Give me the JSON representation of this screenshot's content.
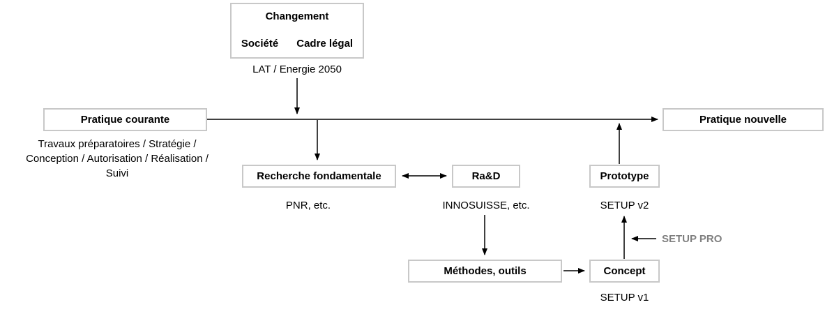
{
  "diagram": {
    "changement": {
      "title": "Changement",
      "item1": "Société",
      "item2": "Cadre légal",
      "caption": "LAT / Energie 2050"
    },
    "pratique_courante": {
      "label": "Pratique courante",
      "caption1": "Travaux préparatoires / Stratégie /",
      "caption2": "Conception / Autorisation / Réalisation /",
      "caption3": "Suivi"
    },
    "pratique_nouvelle": {
      "label": "Pratique nouvelle"
    },
    "recherche": {
      "label": "Recherche fondamentale",
      "caption": "PNR, etc."
    },
    "rad": {
      "label": "Ra&D",
      "caption": "INNOSUISSE, etc."
    },
    "methodes": {
      "label": "Méthodes, outils"
    },
    "concept": {
      "label": "Concept",
      "caption": "SETUP v1"
    },
    "prototype": {
      "label": "Prototype",
      "caption": "SETUP v2"
    },
    "setup_pro": {
      "label": "SETUP PRO"
    },
    "colors": {
      "box_border": "#c8c8c8",
      "arrow": "#000000",
      "setup_pro_text": "#7f7f7f"
    }
  }
}
